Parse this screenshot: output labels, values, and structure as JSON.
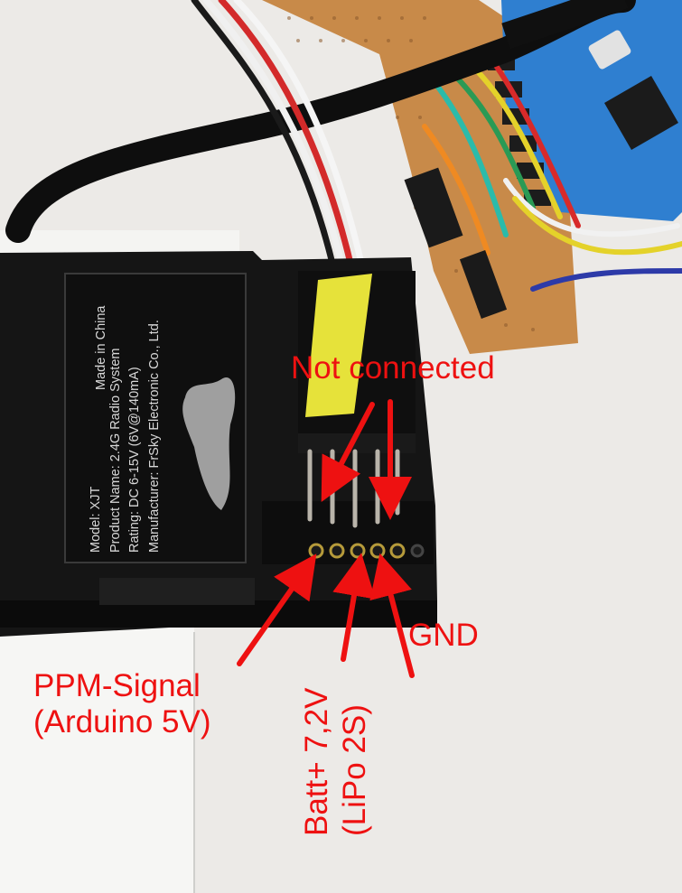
{
  "image": {
    "description_free": true
  },
  "module_label": {
    "made_in": "Made in China",
    "lines": [
      "Model: XJT",
      "Product Name: 2.4G Radio System",
      "Rating: DC 6-15V (6V@140mA)",
      "Manufacturer: FrSky Electronic Co., Ltd."
    ]
  },
  "annotations": {
    "not_connected": "Not connected",
    "gnd": "GND",
    "ppm_line1": "PPM-Signal",
    "ppm_line2": "(Arduino 5V)",
    "batt_line1": "Batt+ 7,2V",
    "batt_line2": "(LiPo 2S)"
  },
  "colors": {
    "annotation": "#ee1111",
    "module_body": "#141414",
    "pcb": "#c9894a",
    "tape": "#e6e23a",
    "arduino": "#2f7fd0"
  }
}
